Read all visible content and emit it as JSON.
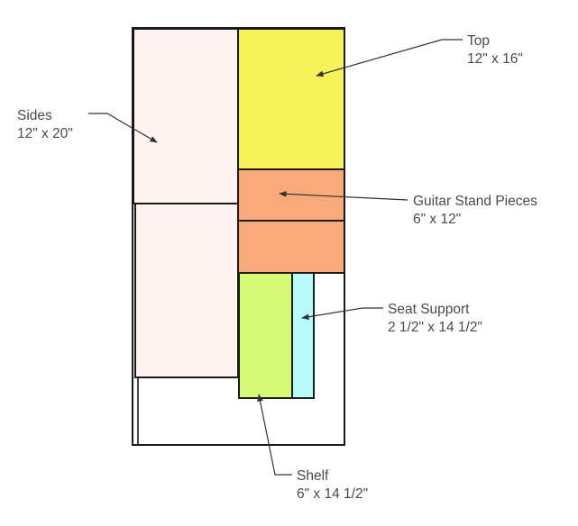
{
  "labels": {
    "top": {
      "name": "Top",
      "dims": "12\" x 16\""
    },
    "sides": {
      "name": "Sides",
      "dims": "12\" x 20\""
    },
    "guitar_stand": {
      "name": "Guitar Stand Pieces",
      "dims": "6\" x 12\""
    },
    "seat_support": {
      "name": "Seat Support",
      "dims": "2 1/2\" x 14 1/2\""
    },
    "shelf": {
      "name": "Shelf",
      "dims": "6\" x 14 1/2\""
    }
  },
  "colors": {
    "sides": "#fff4f2",
    "top": "#f6f35a",
    "guitar_stand": "#f9a97a",
    "shelf": "#d5fb76",
    "seat_support": "#b8fbfb",
    "outline": "#1a1a1a",
    "text": "#4a4a4a"
  }
}
